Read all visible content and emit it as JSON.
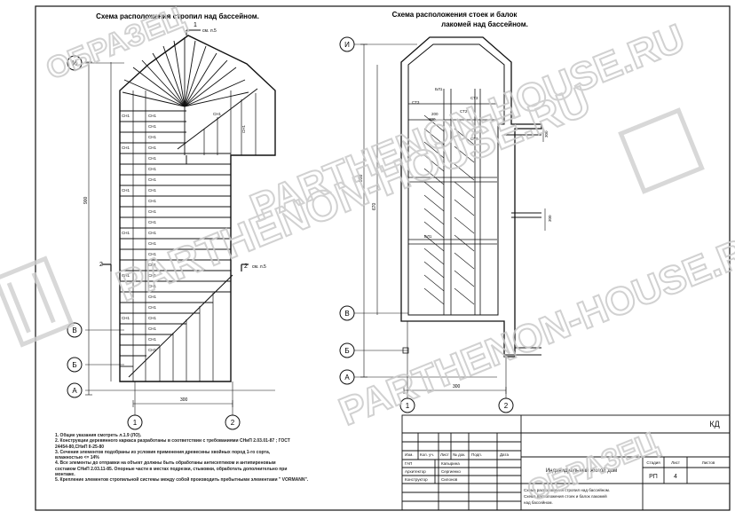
{
  "left_plan": {
    "title": "Схема расположения стропил над бассейном.",
    "section_top": "1",
    "section_top_ref": "см. л.5",
    "section_mid": "2",
    "section_mid_ref": "см. л.5",
    "section_mid_left": "2",
    "rafter_label": "СН1",
    "mark_top_a": "СН1",
    "mark_top_b": "СН1",
    "dim_vertical": "900",
    "dim_bottom": "300",
    "dim_small": "СН1"
  },
  "right_plan": {
    "title_line1": "Схема расположения стоек и балок",
    "title_line2": "лакомей над бассейном.",
    "beam_a": "БЛ1",
    "beam_b": "БЛ1",
    "post_a": "СТ3",
    "post_b": "СТ3",
    "post_c": "СТ2",
    "post_d": "СТ3",
    "dim_a": "200",
    "dim_b": "300",
    "dim_vertical_left": "900",
    "dim_vertical_inner": "670",
    "dim_right_a": "300",
    "dim_right_b": "300",
    "dim_bottom": "300"
  },
  "axes": {
    "I": "И",
    "V": "В",
    "B": "Б",
    "A": "А",
    "one": "1",
    "two": "2"
  },
  "notes": [
    "1. Общие указания смотреть л.1.9 (ЛО).",
    "2. Конструкции деревянного каркаса разработаны в соответствии с требованиями СНиП 2.03.01-87 ; ГОСТ",
    "24454-80,СНиП II-25-80",
    "3. Сечения элементов подобраны из условия применения древесины хвойных пород 1-го сорта,",
    "влажностью <= 14%",
    "4. Все элементы до отправки на объект должны быть обработаны антисептиком и антипиреновым",
    "составом СНиП 2.03.11-85. Опорные части в местах подрезки, стыковки, обработать дополнительно при",
    "монтаже.",
    "5. Крепление элементов стропильной системы между собой производить пребытными элементами \" VORMANN\"."
  ],
  "title_block": {
    "code": "КД",
    "headers": [
      "Изм.",
      "Кол. уч.",
      "Лист",
      "№ док.",
      "Подп.",
      "Дата"
    ],
    "roles": [
      {
        "role": "ГАП",
        "name": "Капырина"
      },
      {
        "role": "Архитектор",
        "name": "Сергиенко"
      },
      {
        "role": "Конструктор",
        "name": "Силонов"
      }
    ],
    "project": "Индивидуальный жилой дом",
    "stage_label": "Стадия",
    "sheet_label": "Лист",
    "sheets_label": "Листов",
    "stage": "РП",
    "sheet": "4",
    "sheets": "",
    "drawing_title_line1": "Схема расположения стропил над бассейном.",
    "drawing_title_line2": "Схема расположения стоек и балок лакомей",
    "drawing_title_line3": "над бассейном."
  },
  "watermark": {
    "brand": "PARTHENON-HOUSE.RU",
    "stamp": "ОБРАЗЕЦ"
  }
}
